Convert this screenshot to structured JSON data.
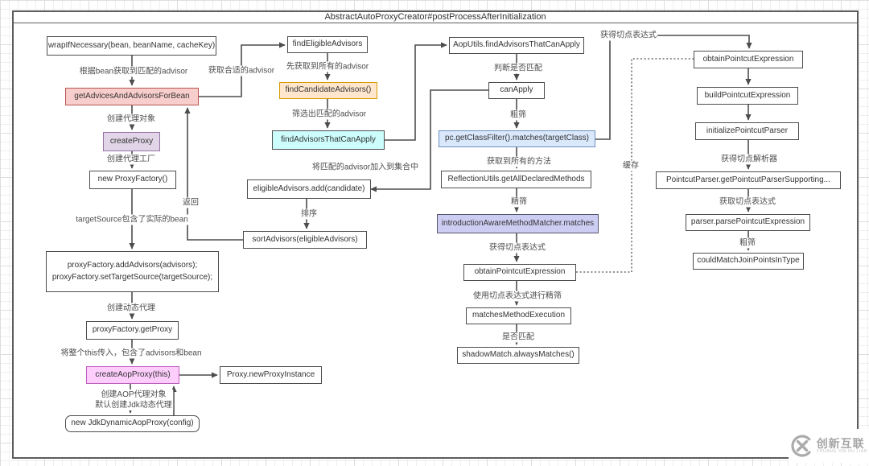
{
  "title": "AbstractAutoProxyCreator#postProcessAfterInitialization",
  "palette": {
    "plain": {
      "fill": "#ffffff",
      "border": "#4d4d4d"
    },
    "red": {
      "fill": "#f8cecc",
      "border": "#b85450"
    },
    "purple": {
      "fill": "#e1d5e7",
      "border": "#9673a6"
    },
    "magenta": {
      "fill": "#fdcdfc",
      "border": "#bf5fbf"
    },
    "orange": {
      "fill": "#ffe6cc",
      "border": "#d79b00"
    },
    "cyan": {
      "fill": "#ccfcfc",
      "border": "#4d4d4d"
    },
    "blue": {
      "fill": "#dae8fc",
      "border": "#6c8ebf"
    },
    "lavender": {
      "fill": "#cdccf2",
      "border": "#56566b"
    },
    "line": "#4d4d4d"
  },
  "nodes": [
    {
      "id": "wrap",
      "type": "plain",
      "label": "wrapIfNecessary(bean, beanName, cacheKey)"
    },
    {
      "id": "getAdvices",
      "type": "red",
      "label": "getAdvicesAndAdvisorsForBean"
    },
    {
      "id": "createProxy",
      "type": "purple",
      "label": "createProxy"
    },
    {
      "id": "newProxyFactory",
      "type": "plain",
      "label": "new ProxyFactory()"
    },
    {
      "id": "addAdvisors",
      "type": "plain",
      "label": "proxyFactory.addAdvisors(advisors);\nproxyFactory.setTargetSource(targetSource);"
    },
    {
      "id": "getProxy",
      "type": "plain",
      "label": "proxyFactory.getProxy"
    },
    {
      "id": "createAop",
      "type": "magenta",
      "label": "createAopProxy(this)"
    },
    {
      "id": "proxyNew",
      "type": "plain",
      "label": "Proxy.newProxyInstance"
    },
    {
      "id": "jdkProxy",
      "type": "plain",
      "label": "new JdkDynamicAopProxy(config)"
    },
    {
      "id": "findEligible",
      "type": "plain",
      "label": "findEligibleAdvisors"
    },
    {
      "id": "findCandidate",
      "type": "orange",
      "label": "findCandidateAdvisors()"
    },
    {
      "id": "findAdvisorsThat",
      "type": "cyan",
      "label": "findAdvisorsThatCanApply"
    },
    {
      "id": "eligibleAdd",
      "type": "plain",
      "label": "eligibleAdvisors.add(candidate)"
    },
    {
      "id": "sortAdvisors",
      "type": "plain",
      "label": "sortAdvisors(eligibleAdvisors)"
    },
    {
      "id": "aopUtils",
      "type": "plain",
      "label": "AopUtils.findAdvisorsThatCanApply"
    },
    {
      "id": "canApply",
      "type": "plain",
      "label": "canApply"
    },
    {
      "id": "pcFilter",
      "type": "blue",
      "label": "pc.getClassFilter().matches(targetClass)"
    },
    {
      "id": "reflection",
      "type": "plain",
      "label": "ReflectionUtils.getAllDeclaredMethods"
    },
    {
      "id": "introMatcher",
      "type": "lavender",
      "label": "introductionAwareMethodMatcher.matches"
    },
    {
      "id": "obtainMid",
      "type": "plain",
      "label": "obtainPointcutExpression"
    },
    {
      "id": "matchesMethod",
      "type": "plain",
      "label": "matchesMethodExecution"
    },
    {
      "id": "shadowMatch",
      "type": "plain",
      "label": "shadowMatch.alwaysMatches()"
    },
    {
      "id": "obtainRight",
      "type": "plain",
      "label": "obtainPointcutExpression"
    },
    {
      "id": "buildPointcut",
      "type": "plain",
      "label": "buildPointcutExpression"
    },
    {
      "id": "initParser",
      "type": "plain",
      "label": "initializePointcutParser"
    },
    {
      "id": "pointcutParser",
      "type": "plain",
      "label": "PointcutParser.getPointcutParserSupporting..."
    },
    {
      "id": "parserParse",
      "type": "plain",
      "label": "parser.parsePointcutExpression"
    },
    {
      "id": "couldMatch",
      "type": "plain",
      "label": "couldMatchJoinPointsInType"
    }
  ],
  "edge_labels": [
    {
      "id": "l1",
      "text": "根据bean获取到匹配的advisor"
    },
    {
      "id": "l2",
      "text": "获取合适的advisor"
    },
    {
      "id": "l3",
      "text": "创建代理对象"
    },
    {
      "id": "l4",
      "text": "创建代理工厂"
    },
    {
      "id": "l5",
      "text": "targetSource包含了实际的bean"
    },
    {
      "id": "l6",
      "text": "返回"
    },
    {
      "id": "l7",
      "text": "创建动态代理"
    },
    {
      "id": "l8",
      "text": "将整个this传入，包含了advisors和bean"
    },
    {
      "id": "l9",
      "text": "创建AOP代理对象\n默认创建Jdk动态代理"
    },
    {
      "id": "l10",
      "text": "先获取到所有的advisor"
    },
    {
      "id": "l11",
      "text": "筛选出匹配的advisor"
    },
    {
      "id": "l12",
      "text": "将匹配的advisor加入到集合中"
    },
    {
      "id": "l13",
      "text": "排序"
    },
    {
      "id": "l14",
      "text": "判断是否匹配"
    },
    {
      "id": "l15",
      "text": "粗筛"
    },
    {
      "id": "l16",
      "text": "获取到所有的方法"
    },
    {
      "id": "l17",
      "text": "精筛"
    },
    {
      "id": "l18",
      "text": "获得切点表达式"
    },
    {
      "id": "l19",
      "text": "使用切点表达式进行精筛"
    },
    {
      "id": "l20",
      "text": "是否匹配"
    },
    {
      "id": "l21",
      "text": "获得切点表达式"
    },
    {
      "id": "l22",
      "text": "缓存"
    },
    {
      "id": "l23",
      "text": "获得切点解析器"
    },
    {
      "id": "l24",
      "text": "获取切点表达式"
    },
    {
      "id": "l25",
      "text": "粗筛"
    }
  ],
  "watermark": {
    "brand": "创新互联",
    "sub": "CHUANG XIN HU LIAN"
  }
}
